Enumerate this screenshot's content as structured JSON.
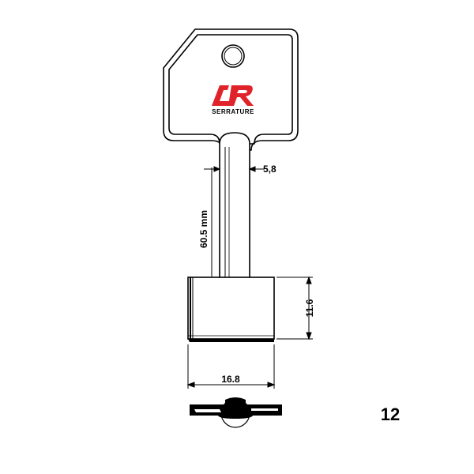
{
  "logo": {
    "mark": "CR",
    "brand": "SERRATURE",
    "color": "#e0232a"
  },
  "dimensions": {
    "shank_width": "5,8",
    "shank_length": "60.5 mm",
    "bit_height": "11.6",
    "bit_width": "16.8"
  },
  "key_number": "12"
}
